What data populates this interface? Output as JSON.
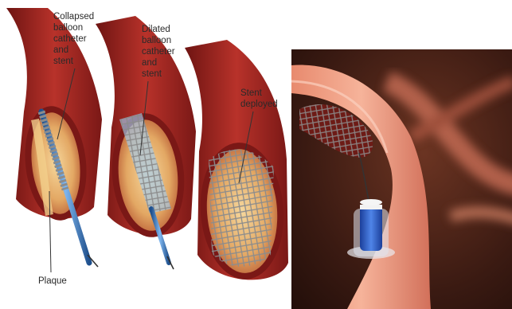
{
  "left_illustration": {
    "labels": {
      "collapsed": [
        "Collapsed",
        "balloon",
        "catheter",
        "and",
        "stent"
      ],
      "dilated": [
        "Dilated",
        "balloon",
        "catheter",
        "and",
        "stent"
      ],
      "deployed": [
        "Stent",
        "deployed"
      ],
      "plaque": "Plaque"
    }
  },
  "right_illustration": {},
  "colors": {
    "vessel_outer": "#8e1f1c",
    "vessel_wall": "#c43a2e",
    "plaque": "#e8b56e",
    "catheter": "#3f7fc4",
    "stent": "#9a9a9a",
    "background_right": "#3a1a12"
  }
}
